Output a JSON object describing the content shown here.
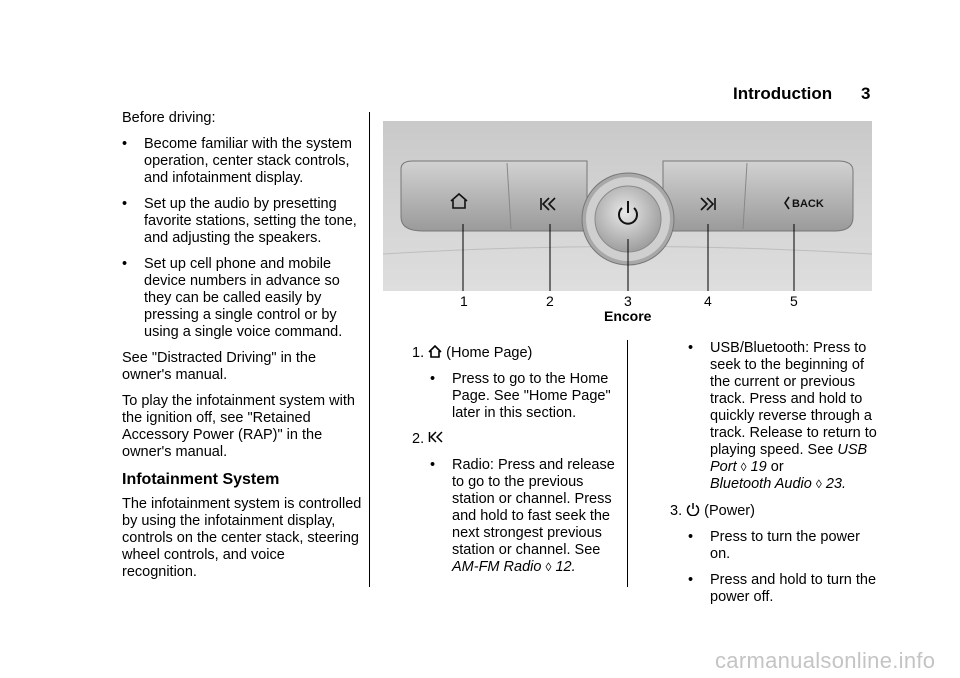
{
  "header": {
    "title": "Introduction",
    "page": "3"
  },
  "left": {
    "intro": "Before driving:",
    "bullets": [
      "Become familiar with the system operation, center stack controls, and infotainment display.",
      "Set up the audio by presetting favorite stations, setting the tone, and adjusting the speakers.",
      "Set up cell phone and mobile device numbers in advance so they can be called easily by pressing a single control or by using a single voice command."
    ],
    "see_distracted": "See \"Distracted Driving\" in the owner's manual.",
    "play_off": "To play the infotainment system with the ignition off, see \"Retained Accessory Power (RAP)\" in the owner's manual.",
    "section_title": "Infotainment System",
    "section_body": "The infotainment system is controlled by using the infotainment display, controls on the center stack, steering wheel controls, and voice recognition."
  },
  "figure": {
    "callouts": [
      "1",
      "2",
      "3",
      "4",
      "5"
    ],
    "caption": "Encore",
    "back_label": "BACK"
  },
  "mid": {
    "item1_num": "1.",
    "item1_label": "(Home Page)",
    "item1_bullet": "Press to go to the Home Page. See \"Home Page\" later in this section.",
    "item2_num": "2.",
    "item2_bullet_a": "Radio: Press and release to go to the previous station or channel. Press and hold to fast seek the next strongest previous station or channel. See",
    "item2_ref_title": "AM-FM Radio",
    "item2_ref_page": "12."
  },
  "right": {
    "usb_bullet": "USB/Bluetooth: Press to seek to the beginning of the current or previous track. Press and hold to quickly reverse through a track. Release to return to playing speed. See",
    "usb_ref_title": "USB Port",
    "usb_ref_page": "19",
    "or_text": "or",
    "bt_ref_title": "Bluetooth Audio",
    "bt_ref_page": "23.",
    "item3_num": "3.",
    "item3_label": "(Power)",
    "item3_bullets": [
      "Press to turn the power on.",
      "Press and hold to turn the power off."
    ]
  },
  "watermark": "carmanualsonline.info"
}
